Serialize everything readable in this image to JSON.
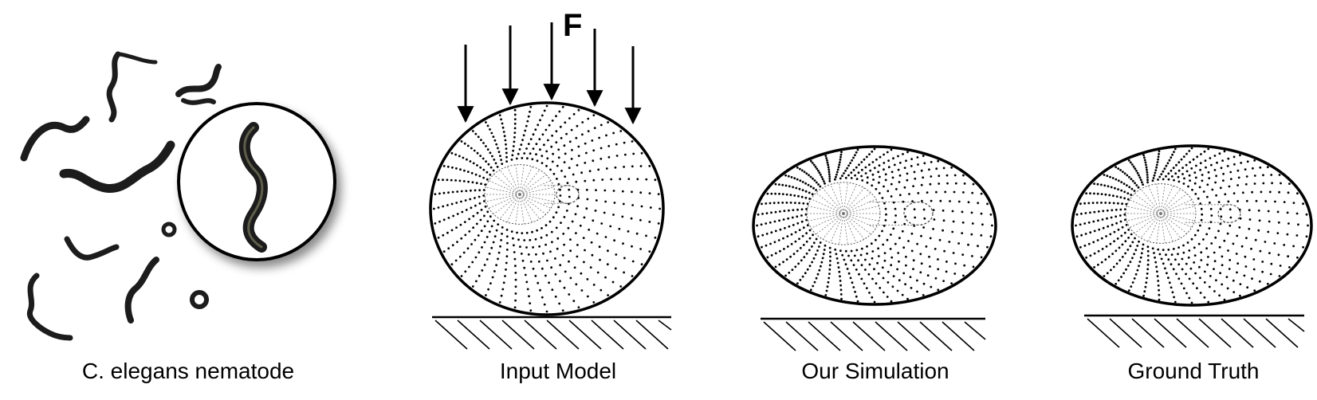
{
  "panels": {
    "nematode": {
      "caption": "C. elegans nematode"
    },
    "input_model": {
      "caption": "Input Model",
      "force_label": "F"
    },
    "simulation": {
      "caption": "Our Simulation"
    },
    "ground_truth": {
      "caption": "Ground Truth"
    }
  },
  "colors": {
    "ink": "#000000",
    "worm": "#1c1c1c",
    "background": "#ffffff"
  }
}
